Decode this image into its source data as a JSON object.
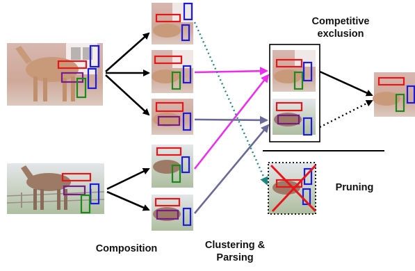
{
  "labels": {
    "competitive_line1": "Competitive",
    "competitive_line2": "exclusion",
    "pruning": "Pruning",
    "composition": "Composition",
    "clustering_line1": "Clustering &",
    "clustering_line2": "Parsing"
  },
  "colors": {
    "red": "#e8141a",
    "blue": "#1a1ae0",
    "purple": "#7a1a8a",
    "green": "#1a8a1a",
    "magenta": "#f02cf0",
    "slate_arrow": "#6a6a9a",
    "teal_dotted": "#1a8a80",
    "black": "#000000"
  },
  "icons": {
    "source_image_1": "horse-photo-chestnut",
    "source_image_2": "horse-photo-bay",
    "pruned_mark": "red-x-cross"
  }
}
